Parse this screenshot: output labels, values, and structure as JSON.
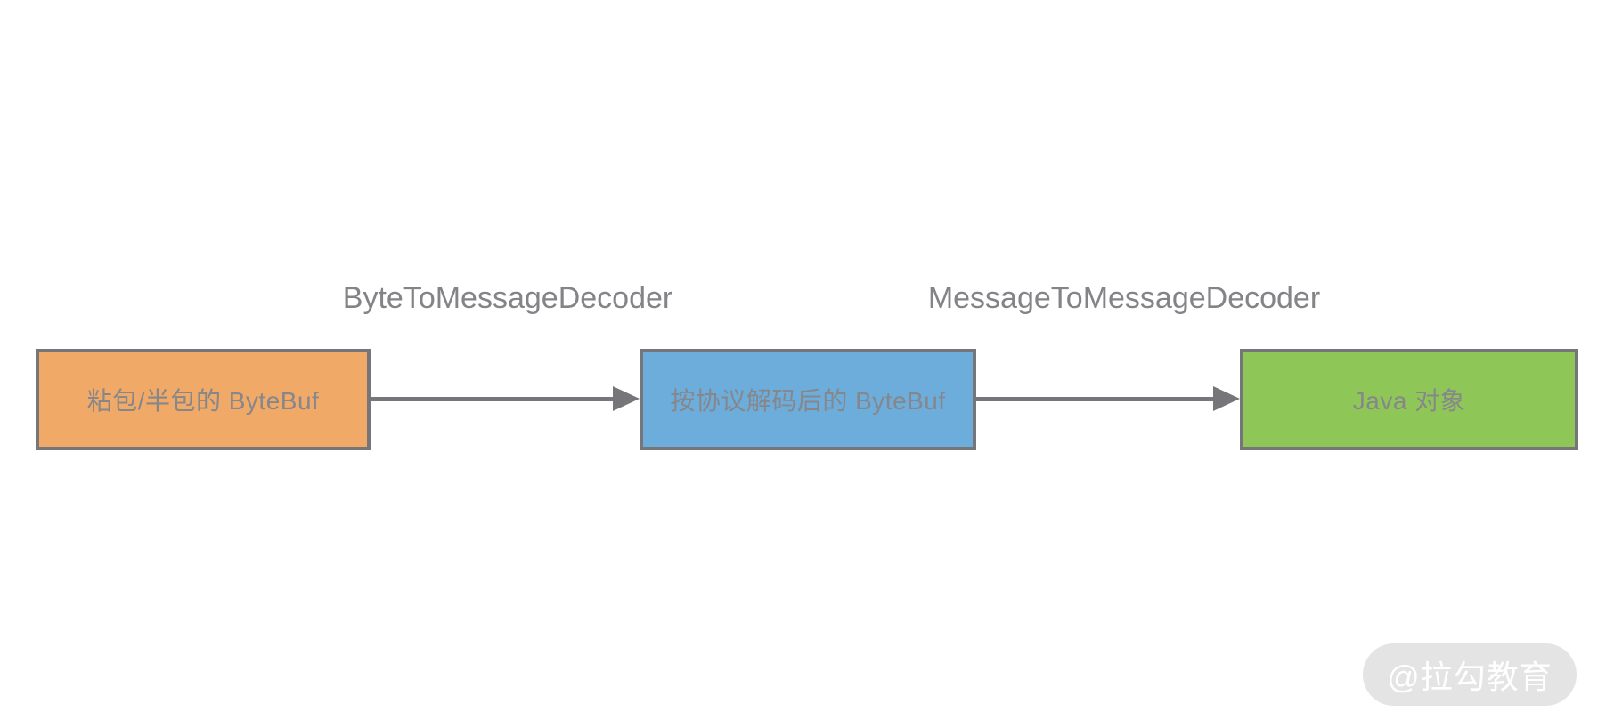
{
  "diagram": {
    "nodes": [
      {
        "label": "粘包/半包的 ByteBuf",
        "fill": "#F0A966"
      },
      {
        "label": "按协议解码后的 ByteBuf",
        "fill": "#6CADDC"
      },
      {
        "label": "Java 对象",
        "fill": "#8EC657"
      }
    ],
    "edges": [
      {
        "label": "ByteToMessageDecoder"
      },
      {
        "label": "MessageToMessageDecoder"
      }
    ],
    "stroke_color": "#76767A",
    "node_text_color": "#87878B",
    "edge_label_color": "#848488",
    "background_color": "#FFFFFF"
  },
  "watermark": {
    "text": "@拉勾教育",
    "background": "#E4E4E4",
    "text_color": "#FFFFFF"
  }
}
